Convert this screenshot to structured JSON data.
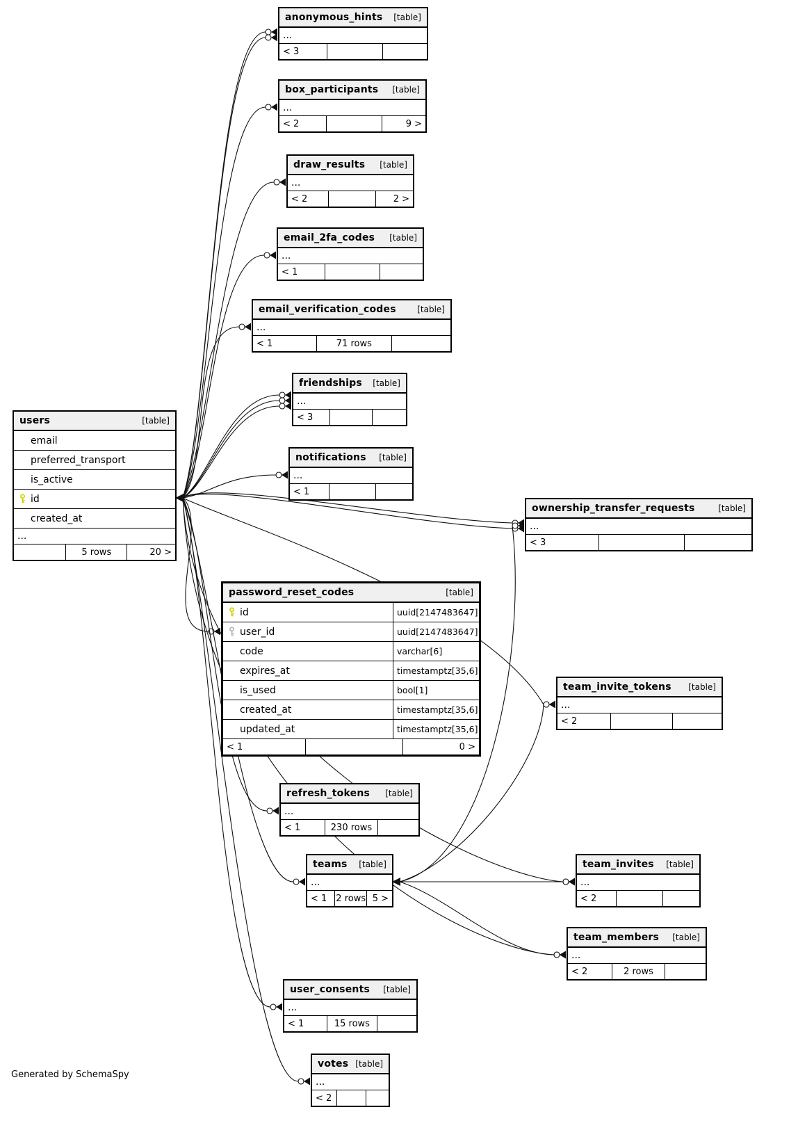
{
  "page": {
    "footer_note": "Generated by SchemaSpy"
  },
  "colors": {
    "primary_key": "#d6cf00",
    "foreign_key": "#b5b5b5",
    "line": "#111111",
    "header_bg": "#f0f0f0",
    "border": "#000000"
  },
  "tables": [
    {
      "id": "users",
      "name": "users",
      "tag": "[table]",
      "ellipsis": "...",
      "columns": [
        {
          "name": "email"
        },
        {
          "name": "preferred_transport"
        },
        {
          "name": "is_active"
        },
        {
          "name": "id",
          "key": "primary"
        },
        {
          "name": "created_at"
        }
      ],
      "footer": [
        "",
        "5 rows",
        "20 >"
      ]
    },
    {
      "id": "anonymous_hints",
      "name": "anonymous_hints",
      "tag": "[table]",
      "ellipsis": "...",
      "footer": [
        "< 3",
        "",
        ""
      ]
    },
    {
      "id": "box_participants",
      "name": "box_participants",
      "tag": "[table]",
      "ellipsis": "...",
      "footer": [
        "< 2",
        "",
        "9 >"
      ]
    },
    {
      "id": "draw_results",
      "name": "draw_results",
      "tag": "[table]",
      "ellipsis": "...",
      "footer": [
        "< 2",
        "",
        "2 >"
      ]
    },
    {
      "id": "email_2fa_codes",
      "name": "email_2fa_codes",
      "tag": "[table]",
      "ellipsis": "...",
      "footer": [
        "< 1",
        "",
        ""
      ]
    },
    {
      "id": "email_verification_codes",
      "name": "email_verification_codes",
      "tag": "[table]",
      "ellipsis": "...",
      "footer": [
        "< 1",
        "71 rows",
        ""
      ]
    },
    {
      "id": "friendships",
      "name": "friendships",
      "tag": "[table]",
      "ellipsis": "...",
      "footer": [
        "< 3",
        "",
        ""
      ]
    },
    {
      "id": "notifications",
      "name": "notifications",
      "tag": "[table]",
      "ellipsis": "...",
      "footer": [
        "< 1",
        "",
        ""
      ]
    },
    {
      "id": "ownership_transfer_requests",
      "name": "ownership_transfer_requests",
      "tag": "[table]",
      "ellipsis": "...",
      "footer": [
        "< 3",
        "",
        ""
      ]
    },
    {
      "id": "password_reset_codes",
      "name": "password_reset_codes",
      "tag": "[table]",
      "columns": [
        {
          "name": "id",
          "type": "uuid[2147483647]",
          "key": "primary"
        },
        {
          "name": "user_id",
          "type": "uuid[2147483647]",
          "key": "foreign"
        },
        {
          "name": "code",
          "type": "varchar[6]"
        },
        {
          "name": "expires_at",
          "type": "timestamptz[35,6]"
        },
        {
          "name": "is_used",
          "type": "bool[1]"
        },
        {
          "name": "created_at",
          "type": "timestamptz[35,6]"
        },
        {
          "name": "updated_at",
          "type": "timestamptz[35,6]"
        }
      ],
      "footer": [
        "< 1",
        "",
        "0 >"
      ]
    },
    {
      "id": "team_invite_tokens",
      "name": "team_invite_tokens",
      "tag": "[table]",
      "ellipsis": "...",
      "footer": [
        "< 2",
        "",
        ""
      ]
    },
    {
      "id": "refresh_tokens",
      "name": "refresh_tokens",
      "tag": "[table]",
      "ellipsis": "...",
      "footer": [
        "< 1",
        "230 rows",
        ""
      ]
    },
    {
      "id": "teams",
      "name": "teams",
      "tag": "[table]",
      "ellipsis": "...",
      "footer": [
        "< 1",
        "2 rows",
        "5 >"
      ]
    },
    {
      "id": "team_invites",
      "name": "team_invites",
      "tag": "[table]",
      "ellipsis": "...",
      "footer": [
        "< 2",
        "",
        ""
      ]
    },
    {
      "id": "team_members",
      "name": "team_members",
      "tag": "[table]",
      "ellipsis": "...",
      "footer": [
        "< 2",
        "2 rows",
        ""
      ]
    },
    {
      "id": "user_consents",
      "name": "user_consents",
      "tag": "[table]",
      "ellipsis": "...",
      "footer": [
        "< 1",
        "15 rows",
        ""
      ]
    },
    {
      "id": "votes",
      "name": "votes",
      "tag": "[table]",
      "ellipsis": "...",
      "footer": [
        "< 2",
        "",
        ""
      ]
    }
  ],
  "connections": [
    {
      "from": "users",
      "to": "anonymous_hints",
      "strands": 2
    },
    {
      "from": "users",
      "to": "box_participants",
      "strands": 1
    },
    {
      "from": "users",
      "to": "draw_results",
      "strands": 1
    },
    {
      "from": "users",
      "to": "email_2fa_codes",
      "strands": 1
    },
    {
      "from": "users",
      "to": "email_verification_codes",
      "strands": 1
    },
    {
      "from": "users",
      "to": "friendships",
      "strands": 3
    },
    {
      "from": "users",
      "to": "notifications",
      "strands": 1
    },
    {
      "from": "users",
      "to": "ownership_transfer_requests",
      "strands": 2
    },
    {
      "from": "users",
      "to": "password_reset_codes",
      "strands": 1
    },
    {
      "from": "users",
      "to": "team_invite_tokens",
      "strands": 1
    },
    {
      "from": "users",
      "to": "refresh_tokens",
      "strands": 1
    },
    {
      "from": "users",
      "to": "teams",
      "strands": 1
    },
    {
      "from": "users",
      "to": "team_invites",
      "strands": 1
    },
    {
      "from": "users",
      "to": "team_members",
      "strands": 1
    },
    {
      "from": "users",
      "to": "user_consents",
      "strands": 1
    },
    {
      "from": "users",
      "to": "votes",
      "strands": 1
    },
    {
      "from": "teams",
      "to": "team_invites",
      "strands": 1
    },
    {
      "from": "teams",
      "to": "team_members",
      "strands": 1
    },
    {
      "from": "teams",
      "to": "ownership_transfer_requests",
      "strands": 1
    },
    {
      "from": "teams",
      "to": "team_invite_tokens",
      "strands": 1
    }
  ]
}
